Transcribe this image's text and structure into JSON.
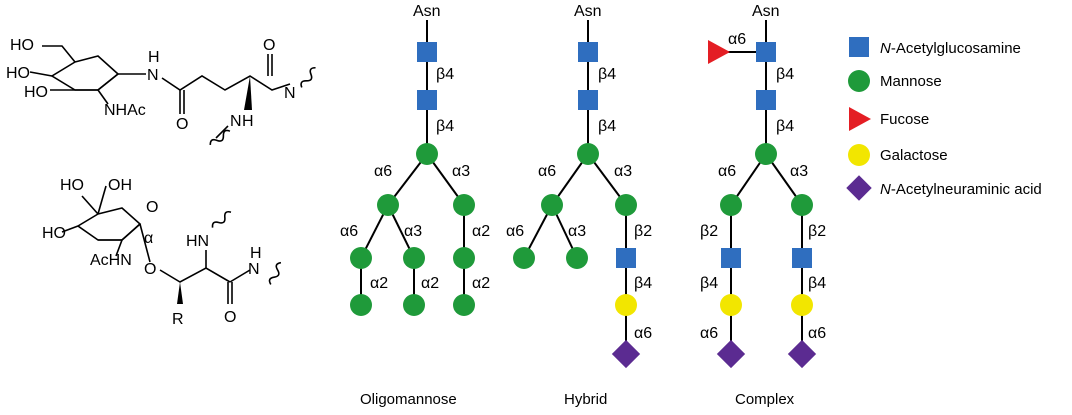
{
  "colors": {
    "glcnac": "#2f6ebf",
    "mannose": "#1f9a3a",
    "fucose": "#e41e24",
    "galactose": "#f2e600",
    "neu5ac": "#5b2b91"
  },
  "molecules": {
    "top": {
      "labels": [
        "HO",
        "HO",
        "HO",
        "NHAc",
        "N",
        "H",
        "O",
        "O",
        "N",
        "H",
        "N",
        "H"
      ]
    },
    "bottom": {
      "labels": [
        "HO",
        "OH",
        "O",
        "HO",
        "α",
        "AcHN",
        "O",
        "HN",
        "N",
        "H",
        "R",
        "O"
      ]
    }
  },
  "structures": {
    "oligomannose": {
      "caption": "Oligomannose",
      "root": "Asn",
      "linkages": [
        "β4",
        "β4",
        "α6",
        "α3",
        "α6",
        "α3",
        "α2",
        "α2",
        "α2",
        "α2"
      ]
    },
    "hybrid": {
      "caption": "Hybrid",
      "root": "Asn",
      "linkages": [
        "β4",
        "β4",
        "α6",
        "α3",
        "α6",
        "α3",
        "β2",
        "β4",
        "α6"
      ]
    },
    "complex": {
      "caption": "Complex",
      "root": "Asn",
      "linkages": [
        "α6",
        "β4",
        "β4",
        "α6",
        "α3",
        "β2",
        "β2",
        "β4",
        "β4",
        "α6",
        "α6"
      ]
    }
  },
  "legend": [
    {
      "icon": "glcnac-square-icon",
      "prefix": "N",
      "text": "-Acetylglucosamine"
    },
    {
      "icon": "mannose-circle-icon",
      "prefix": "",
      "text": "Mannose"
    },
    {
      "icon": "fucose-triangle-icon",
      "prefix": "",
      "text": "Fucose"
    },
    {
      "icon": "galactose-circle-icon",
      "prefix": "",
      "text": "Galactose"
    },
    {
      "icon": "neu5ac-diamond-icon",
      "prefix": "N",
      "text": "-Acetylneuraminic acid"
    }
  ]
}
